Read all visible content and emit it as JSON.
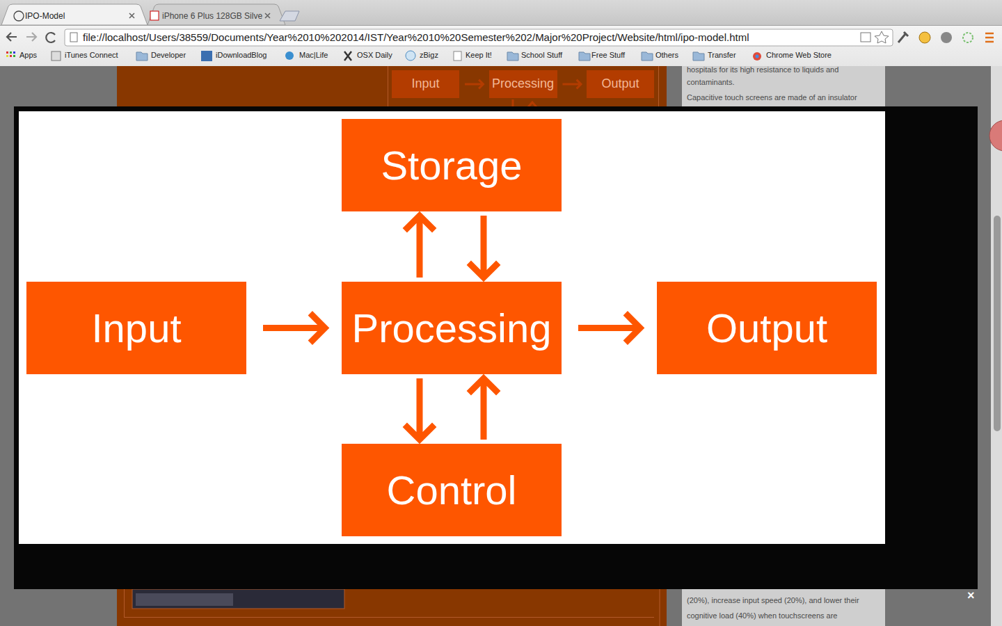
{
  "diagram": {
    "nodes": [
      {
        "text": [
          "Input"
        ]
      },
      {
        "text": [
          "Processing"
        ]
      },
      {
        "text": [
          "Output"
        ]
      },
      {
        "text": [
          "Storage"
        ]
      },
      {
        "text": [
          "Input"
        ]
      },
      {
        "text": [
          "Processing"
        ]
      },
      {
        "text": [
          "Output"
        ]
      },
      {
        "text": [
          "Control"
        ]
      }
    ],
    "edges": [
      {
        "from": 0,
        "to": 1,
        "arrow": "to"
      },
      {
        "from": 1,
        "to": 2,
        "arrow": "to"
      },
      {
        "from": 4,
        "to": 5,
        "arrow": "to"
      },
      {
        "from": 5,
        "to": 6,
        "arrow": "to"
      },
      {
        "from": 5,
        "to": 3,
        "arrow": "to"
      },
      {
        "from": 3,
        "to": 5,
        "arrow": "to"
      },
      {
        "from": 5,
        "to": 7,
        "arrow": "to"
      },
      {
        "from": 7,
        "to": 5,
        "arrow": "to"
      }
    ],
    "labels": [
      "IPO-Model",
      "iPhone 6 Plus 128GB Silve",
      "file://localhost/Users/38559/Documents/Year%2010%202014/IST/Year%2010%20Semester%202/Major%20Project/Website/html/ipo-model.html",
      "Apps",
      "iTunes Connect",
      "Developer",
      "iDownloadBlog",
      "Mac|Life",
      "OSX Daily",
      "zBigz",
      "Keep It!",
      "School Stuff",
      "Free Stuff",
      "Others",
      "Transfer",
      "Chrome Web Store",
      "hospitals for its high resistance to liquids and",
      "contaminants.",
      "Capacitive touch screens are made of an insulator",
      "(20%), increase input speed (20%), and lower their",
      "cognitive load (40%) when touchscreens are",
      "×"
    ]
  }
}
